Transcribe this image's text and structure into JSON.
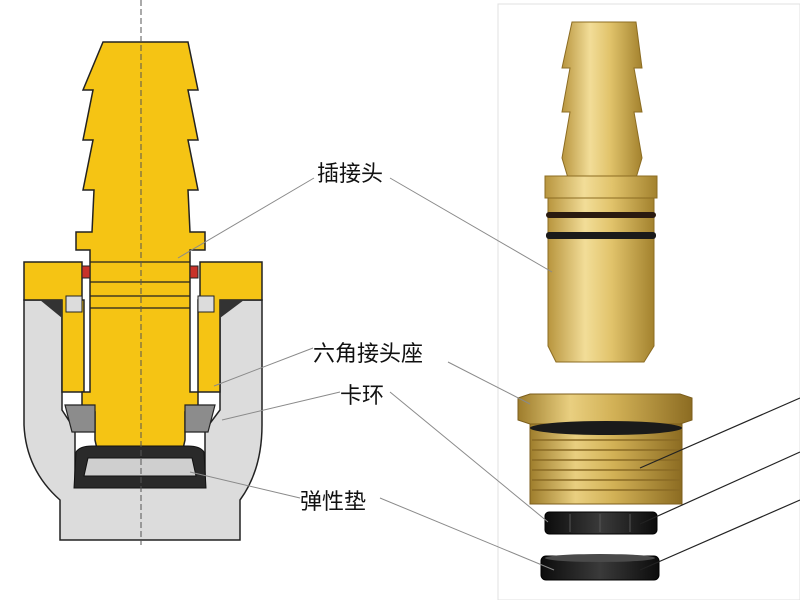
{
  "labels": {
    "plug": "插接头",
    "hex_seat": "六角接头座",
    "clip_ring": "卡环",
    "elastic_washer": "弹性垫"
  },
  "colors": {
    "brass_yellow": "#f5c414",
    "housing_gray": "#dcdcdc",
    "ring_red": "#c8322a",
    "brass_photo": "#e2c46a",
    "rubber_black": "#1d1d1d"
  }
}
